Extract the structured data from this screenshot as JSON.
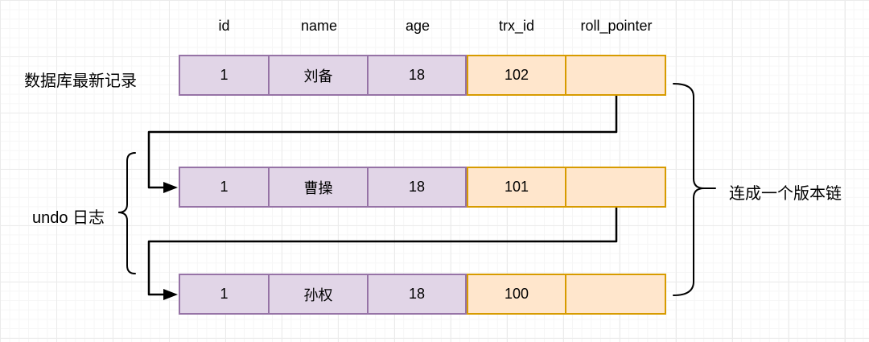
{
  "diagram": {
    "description": "MySQL MVCC undo-log version chain diagram",
    "table": {
      "headers": [
        "id",
        "name",
        "age",
        "trx_id",
        "roll_pointer"
      ],
      "rows": [
        {
          "cells": [
            "1",
            "刘备",
            "18",
            "102",
            ""
          ]
        },
        {
          "cells": [
            "1",
            "曹操",
            "18",
            "101",
            ""
          ]
        },
        {
          "cells": [
            "1",
            "孙权",
            "18",
            "100",
            ""
          ]
        }
      ]
    },
    "labels": {
      "latest_record": "数据库最新记录",
      "undo_log": "undo 日志",
      "version_chain": "连成一个版本链"
    },
    "colors": {
      "key_column_fill": "#e1d5e7",
      "key_column_stroke": "#9673a6",
      "hidden_column_fill": "#ffe6cc",
      "hidden_column_stroke": "#d79b00",
      "connector": "#000000",
      "grid_minor": "#f6f6f6",
      "grid_major": "#ebebeb",
      "text": "#000000"
    }
  }
}
